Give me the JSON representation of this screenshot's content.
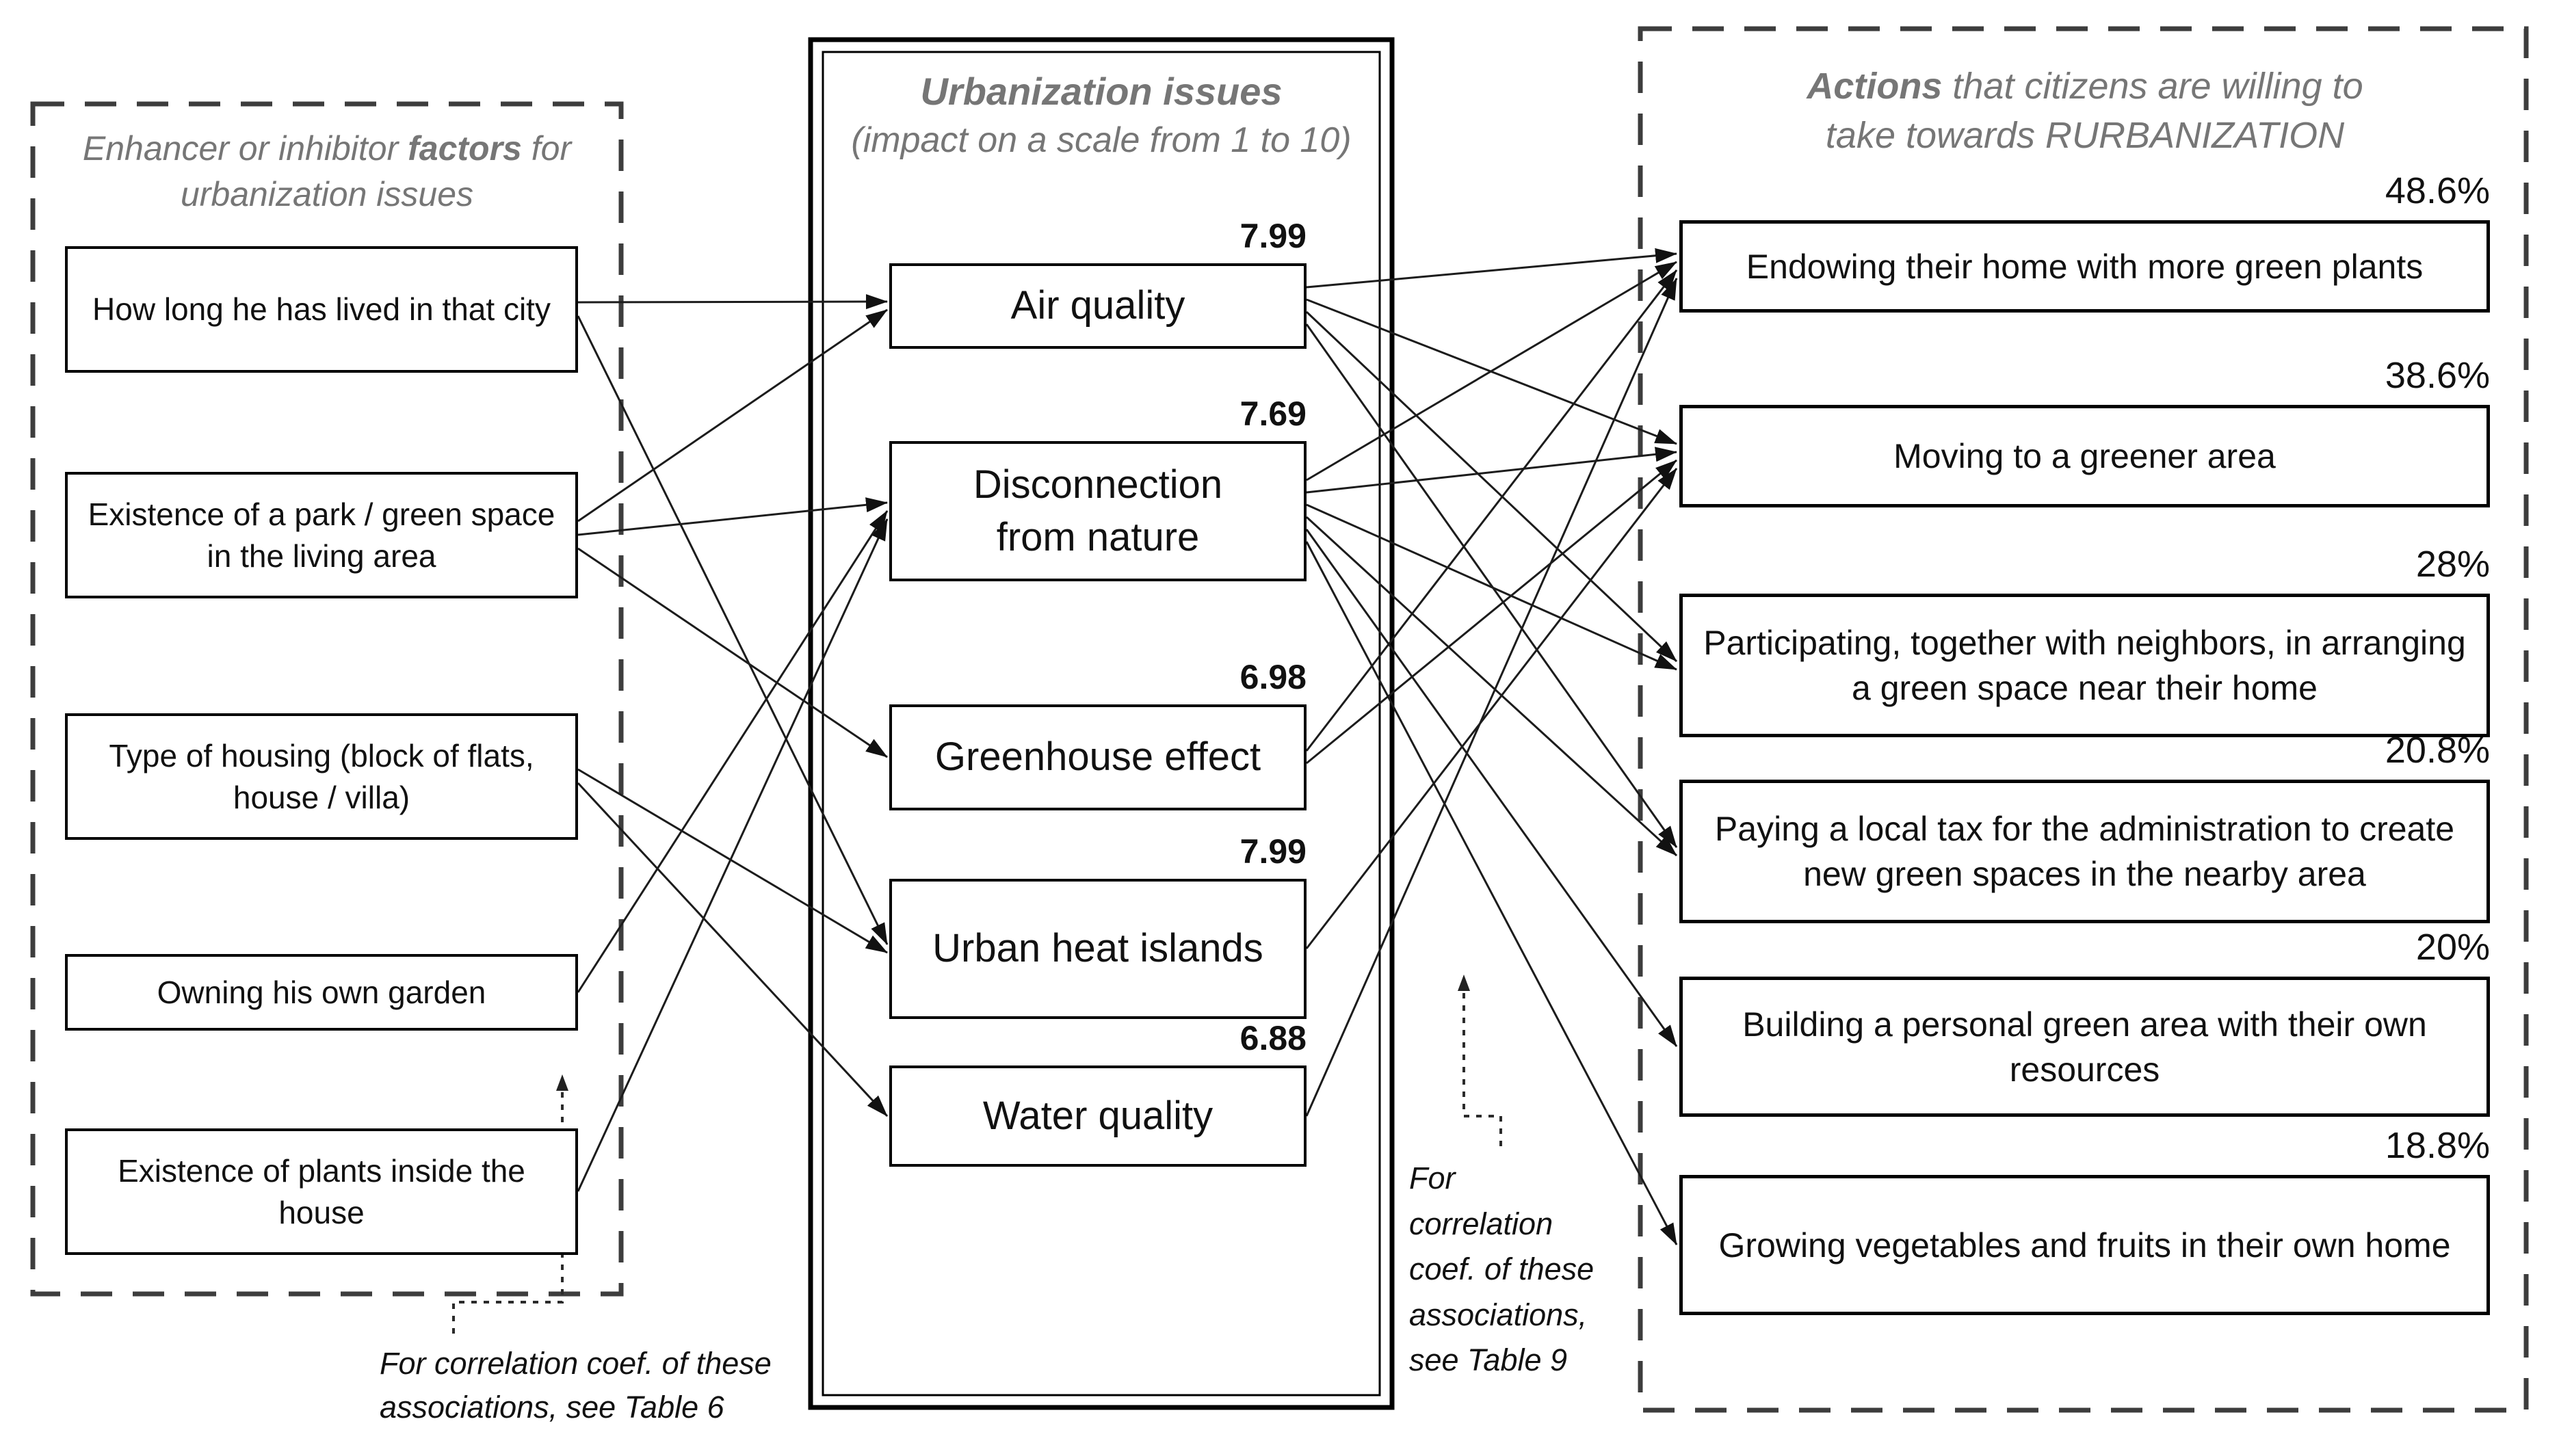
{
  "diagram": {
    "factors_panel": {
      "title": {
        "pre": "Enhancer or inhibitor ",
        "bold": "factors",
        "post": " for",
        "line2": "urbanization issues"
      },
      "items": [
        {
          "id": "f1",
          "label": "How long he has lived in that city"
        },
        {
          "id": "f2",
          "label": "Existence of a park / green space in the living area"
        },
        {
          "id": "f3",
          "label": "Type of housing (block of flats, house / villa)"
        },
        {
          "id": "f4",
          "label": "Owning his own garden"
        },
        {
          "id": "f5",
          "label": "Existence of plants inside the house"
        }
      ]
    },
    "issues_panel": {
      "title": {
        "line1": "Urbanization issues",
        "line2": "(impact on a scale from 1 to 10)"
      },
      "items": [
        {
          "id": "air",
          "label": "Air quality",
          "score": "7.99"
        },
        {
          "id": "disc",
          "label": "Disconnection from nature",
          "score": "7.69"
        },
        {
          "id": "gh",
          "label": "Greenhouse effect",
          "score": "6.98"
        },
        {
          "id": "uhi",
          "label": "Urban heat islands",
          "score": "7.99"
        },
        {
          "id": "water",
          "label": "Water quality",
          "score": "6.88"
        }
      ]
    },
    "actions_panel": {
      "title": {
        "bold": "Actions",
        "post": " that citizens are willing to",
        "line2": "take towards RURBANIZATION"
      },
      "items": [
        {
          "id": "a1",
          "label": "Endowing their home with more green plants",
          "pct": "48.6%"
        },
        {
          "id": "a2",
          "label": "Moving to a greener area",
          "pct": "38.6%"
        },
        {
          "id": "a3",
          "label": "Participating, together with neighbors, in arranging a green space near their home",
          "pct": "28%"
        },
        {
          "id": "a4",
          "label": "Paying a local tax for the administration to create new green spaces in the nearby area",
          "pct": "20.8%"
        },
        {
          "id": "a5",
          "label": "Building a personal green area with their own resources",
          "pct": "20%"
        },
        {
          "id": "a6",
          "label": "Growing vegetables and fruits in their own home",
          "pct": "18.8%"
        }
      ]
    },
    "annotations": {
      "table6": {
        "line1": "For correlation coef. of these",
        "line2": "associations, see Table 6"
      },
      "table9": {
        "lines": [
          "For",
          "correlation",
          "coef. of these",
          "associations,",
          "see Table 9"
        ]
      }
    },
    "edges": {
      "factor_issue": [
        [
          "f1",
          "air"
        ],
        [
          "f1",
          "uhi"
        ],
        [
          "f2",
          "air"
        ],
        [
          "f2",
          "disc"
        ],
        [
          "f2",
          "gh"
        ],
        [
          "f3",
          "uhi"
        ],
        [
          "f3",
          "water"
        ],
        [
          "f4",
          "disc"
        ],
        [
          "f5",
          "disc"
        ]
      ],
      "issue_action": [
        [
          "air",
          "a1"
        ],
        [
          "air",
          "a2"
        ],
        [
          "air",
          "a3"
        ],
        [
          "air",
          "a4"
        ],
        [
          "disc",
          "a1"
        ],
        [
          "disc",
          "a2"
        ],
        [
          "disc",
          "a3"
        ],
        [
          "disc",
          "a4"
        ],
        [
          "disc",
          "a5"
        ],
        [
          "disc",
          "a6"
        ],
        [
          "gh",
          "a1"
        ],
        [
          "gh",
          "a2"
        ],
        [
          "uhi",
          "a2"
        ],
        [
          "water",
          "a1"
        ]
      ]
    },
    "colors": {
      "heading_gray": "#767676",
      "line": "#1c1c1c",
      "border": "#000000"
    }
  }
}
